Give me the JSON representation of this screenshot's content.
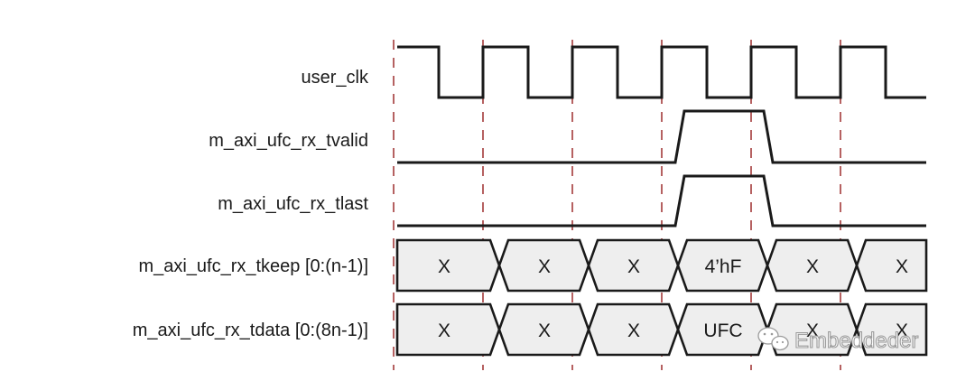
{
  "signals": [
    {
      "id": "clk",
      "label": "user_clk",
      "type": "clock"
    },
    {
      "id": "tvalid",
      "label": "m_axi_ufc_rx_tvalid",
      "type": "pulse"
    },
    {
      "id": "tlast",
      "label": "m_axi_ufc_rx_tlast",
      "type": "pulse"
    },
    {
      "id": "tkeep",
      "label": "m_axi_ufc_rx_tkeep [0:(n-1)]",
      "type": "bus",
      "values": [
        "X",
        "X",
        "X",
        "4’hF",
        "X",
        "X"
      ]
    },
    {
      "id": "tdata",
      "label": "m_axi_ufc_rx_tdata [0:(8n-1)]",
      "type": "bus",
      "values": [
        "X",
        "X",
        "X",
        "UFC",
        "X",
        "X"
      ]
    }
  ],
  "clock_cycles_shown": 6,
  "pulse_active_cycle": 4,
  "colors": {
    "wave": "#1a1a1a",
    "bus_fill": "#eeeeee",
    "guide_lines": "#a33a3a",
    "watermark": "#9a9a9a"
  },
  "watermark": {
    "icon": "wechat-icon",
    "text": "Embeddeder"
  }
}
